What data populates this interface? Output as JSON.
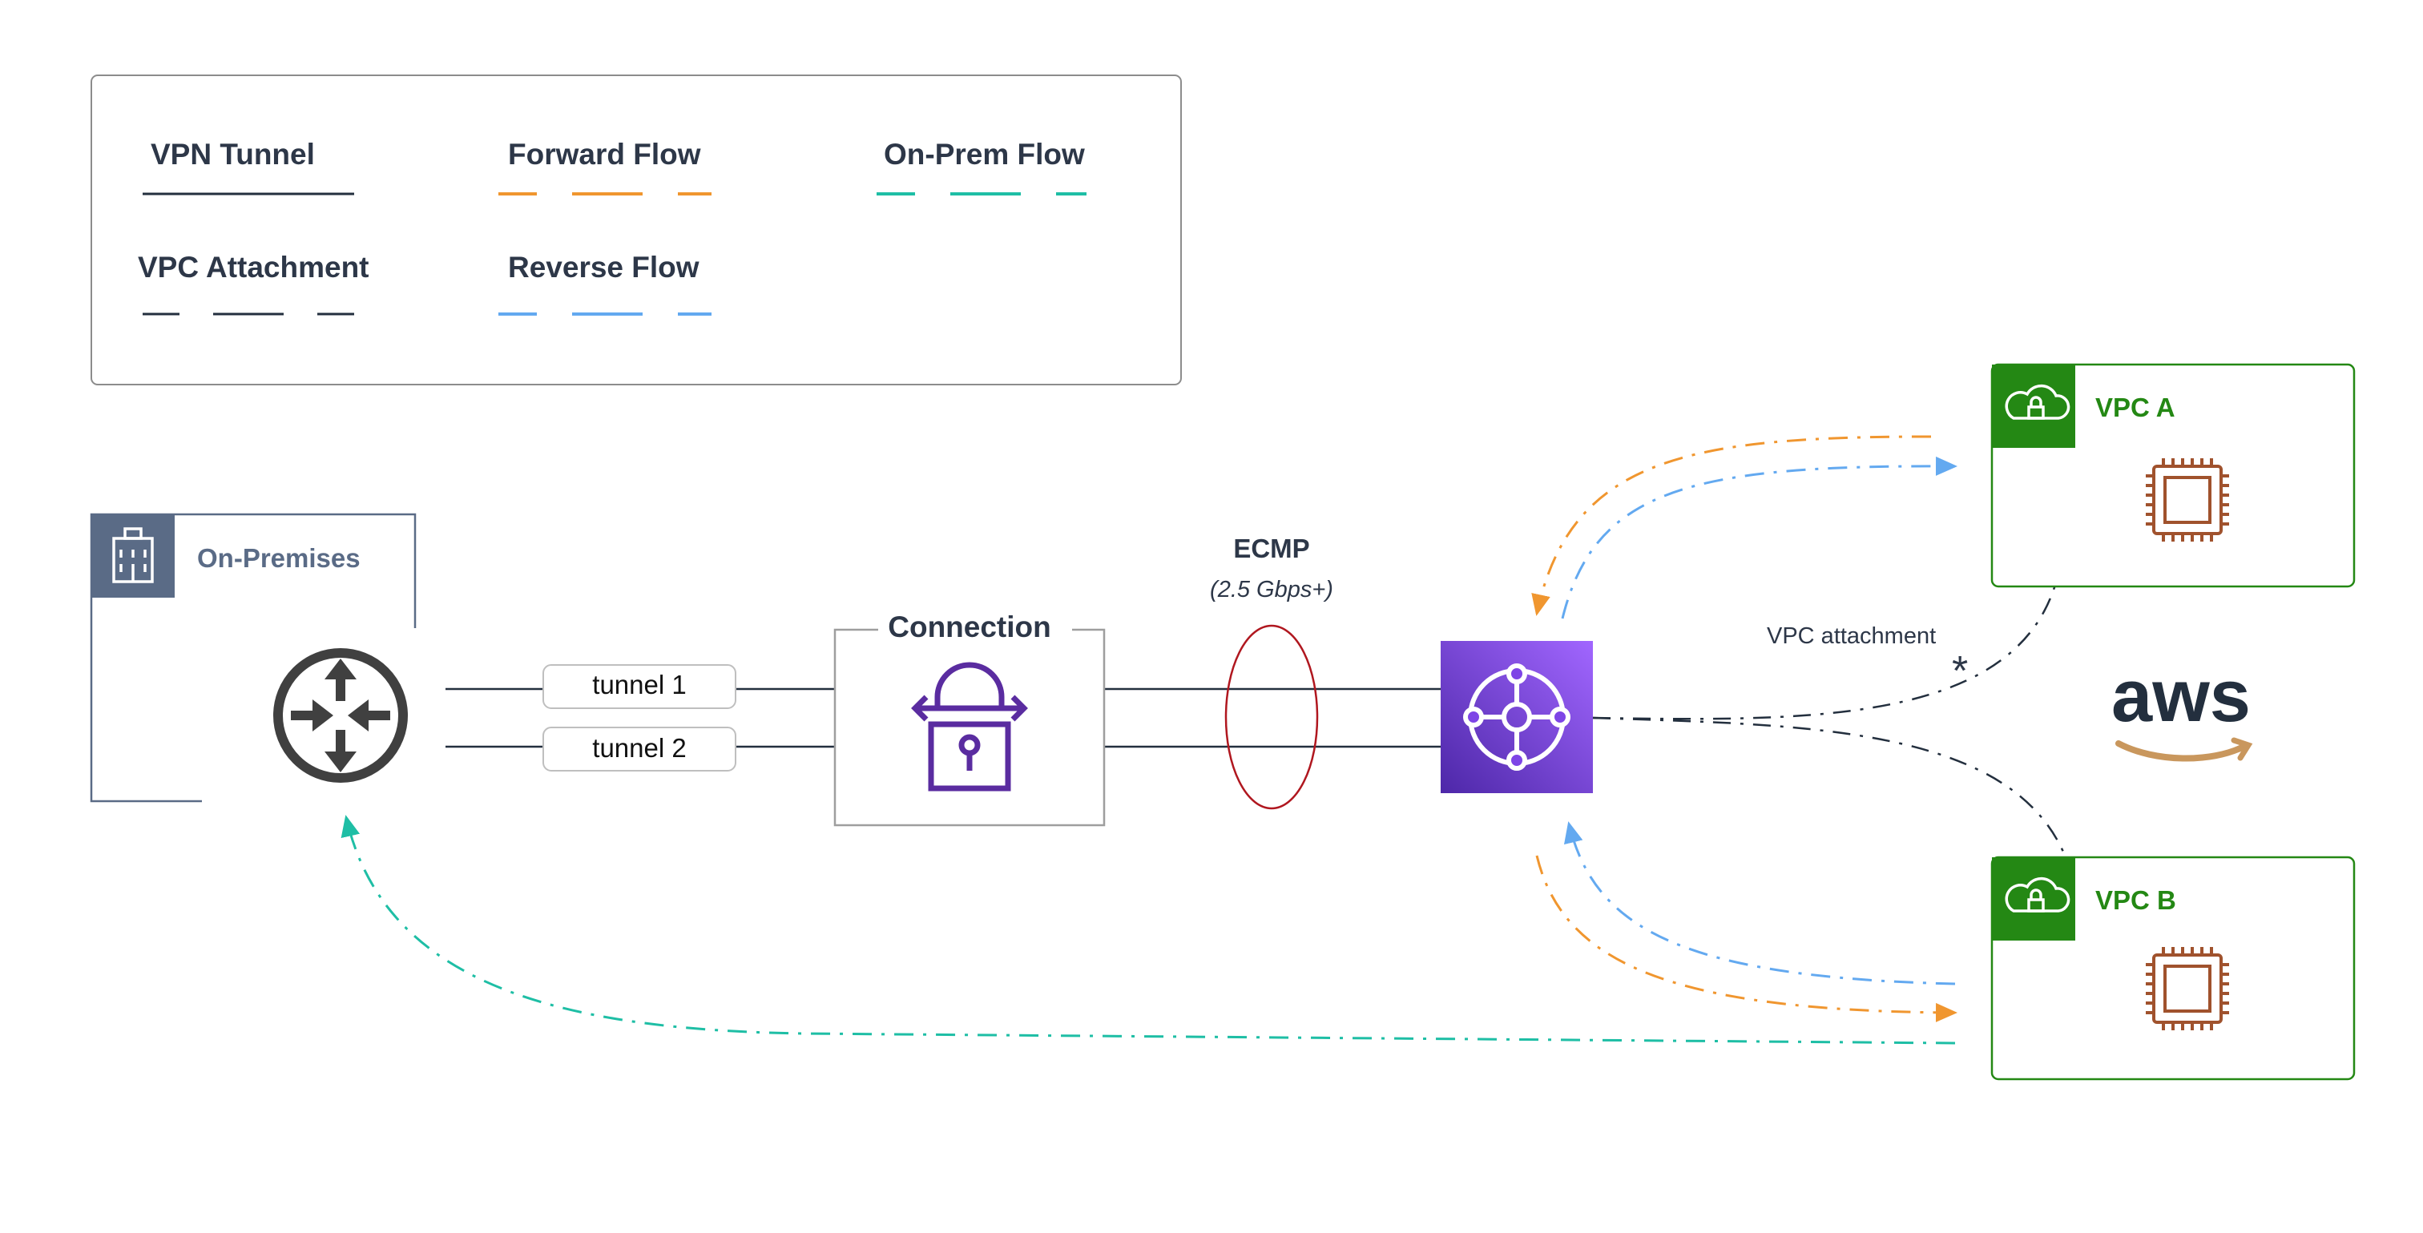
{
  "legend": {
    "items": [
      {
        "label": "VPN Tunnel",
        "style": "solid",
        "color": "#232f3e"
      },
      {
        "label": "Forward Flow",
        "style": "dash",
        "color": "#f0962f"
      },
      {
        "label": "On-Prem Flow",
        "style": "dash",
        "color": "#1ebea5"
      },
      {
        "label": "VPC Attachment",
        "style": "dash",
        "color": "#232f3e"
      },
      {
        "label": "Reverse Flow",
        "style": "dash",
        "color": "#63a9f0"
      }
    ]
  },
  "onprem": {
    "label": "On-Premises",
    "icon": "building-icon",
    "color": "#5a6b86"
  },
  "router": {
    "icon": "router-icon"
  },
  "tunnels": [
    {
      "label": "tunnel 1"
    },
    {
      "label": "tunnel 2"
    }
  ],
  "connection": {
    "label": "Connection",
    "icon": "vpn-lock-icon",
    "color": "#5a2ca0"
  },
  "ecmp": {
    "label": "ECMP",
    "sublabel": "(2.5 Gbps+)"
  },
  "tgw": {
    "icon": "transit-gateway-icon",
    "color": "#7b3fe4"
  },
  "vpc_attachment_label": "VPC attachment",
  "asterisk": "*",
  "aws_logo": {
    "text": "aws"
  },
  "vpcs": [
    {
      "label": "VPC A",
      "color": "#248814",
      "chip_color": "#a0522d"
    },
    {
      "label": "VPC B",
      "color": "#248814",
      "chip_color": "#a0522d"
    }
  ],
  "colors": {
    "forward": "#f0962f",
    "reverse": "#63a9f0",
    "onprem_flow": "#1ebea5",
    "line": "#232f3e",
    "ecmp_ring": "#b0171f"
  }
}
